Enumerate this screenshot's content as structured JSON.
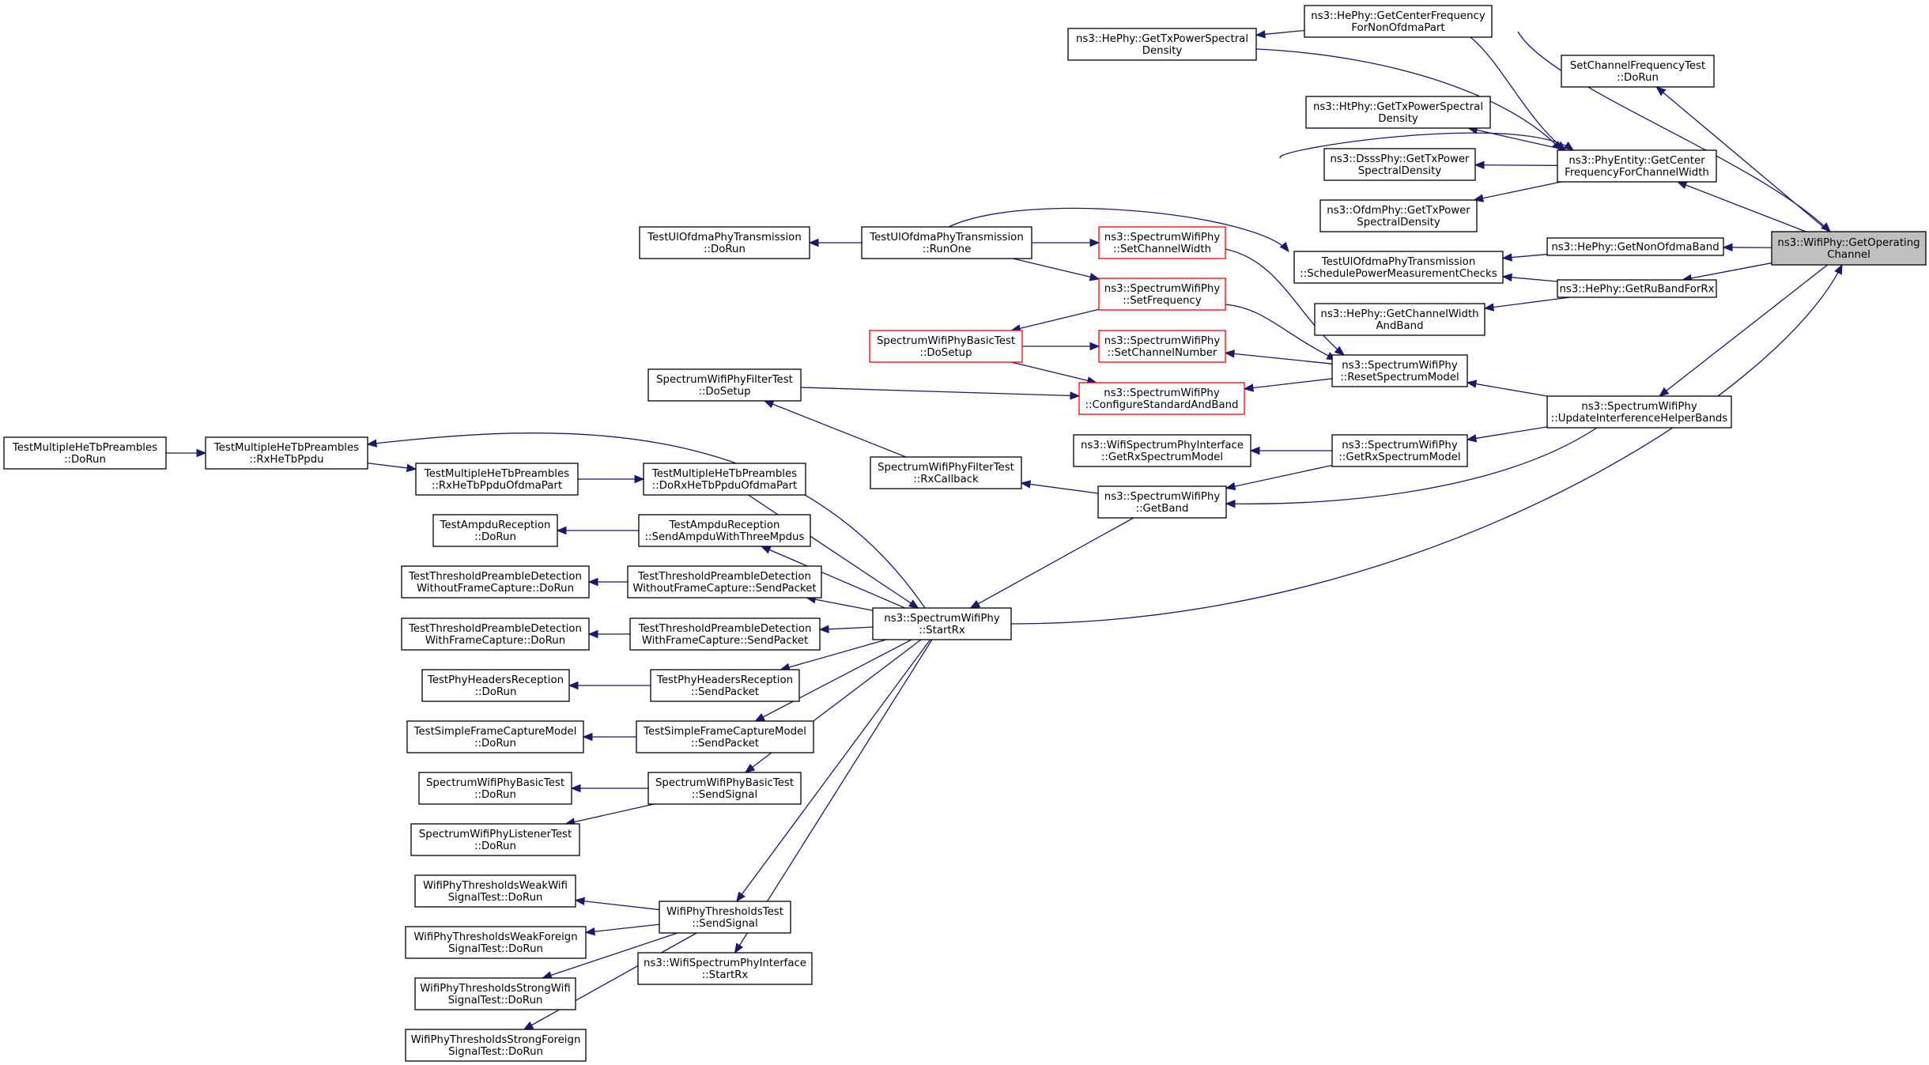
{
  "graph": {
    "edge_color": "#191970",
    "focus_fill": "#bfbfbf",
    "link_border_colors": {
      "black": "#000000",
      "red": "#ff0000"
    },
    "nodes": [
      {
        "id": "wp_getop",
        "lines": [
          "ns3::WifiPhy::GetOperating",
          "Channel"
        ],
        "border": "black",
        "focus": true
      },
      {
        "id": "hephy_cfnon",
        "lines": [
          "ns3::HePhy::GetCenterFrequency",
          "ForNonOfdmaPart"
        ],
        "border": "black"
      },
      {
        "id": "setchan_dorun",
        "lines": [
          "SetChannelFrequencyTest",
          "::DoRun"
        ],
        "border": "black"
      },
      {
        "id": "pe_getcenter",
        "lines": [
          "ns3::PhyEntity::GetCenter",
          "FrequencyForChannelWidth"
        ],
        "border": "black"
      },
      {
        "id": "hephy_nonofdma",
        "lines": [
          "ns3::HePhy::GetNonOfdmaBand"
        ],
        "border": "black"
      },
      {
        "id": "hephy_ruband",
        "lines": [
          "ns3::HePhy::GetRuBandForRx"
        ],
        "border": "black"
      },
      {
        "id": "swp_updint",
        "lines": [
          "ns3::SpectrumWifiPhy",
          "::UpdateInterferenceHelperBands"
        ],
        "border": "black"
      },
      {
        "id": "swp_startrx",
        "lines": [
          "ns3::SpectrumWifiPhy",
          "::StartRx"
        ],
        "border": "black"
      },
      {
        "id": "hephy_txpsd",
        "lines": [
          "ns3::HePhy::GetTxPowerSpectral",
          "Density"
        ],
        "border": "black"
      },
      {
        "id": "htphy_txpsd",
        "lines": [
          "ns3::HtPhy::GetTxPowerSpectral",
          "Density"
        ],
        "border": "black"
      },
      {
        "id": "dsss_txpsd",
        "lines": [
          "ns3::DsssPhy::GetTxPower",
          "SpectralDensity"
        ],
        "border": "black"
      },
      {
        "id": "ofdm_txpsd",
        "lines": [
          "ns3::OfdmPhy::GetTxPower",
          "SpectralDensity"
        ],
        "border": "black"
      },
      {
        "id": "ulofdma_sched",
        "lines": [
          "TestUlOfdmaPhyTransmission",
          "::SchedulePowerMeasurementChecks"
        ],
        "border": "black"
      },
      {
        "id": "hephy_cwband",
        "lines": [
          "ns3::HePhy::GetChannelWidth",
          "AndBand"
        ],
        "border": "black"
      },
      {
        "id": "swp_resetsm",
        "lines": [
          "ns3::SpectrumWifiPhy",
          "::ResetSpectrumModel"
        ],
        "border": "black"
      },
      {
        "id": "swp_getrxsm",
        "lines": [
          "ns3::SpectrumWifiPhy",
          "::GetRxSpectrumModel"
        ],
        "border": "black"
      },
      {
        "id": "swp_getband",
        "lines": [
          "ns3::SpectrumWifiPhy",
          "::GetBand"
        ],
        "border": "black"
      },
      {
        "id": "ulofdma_runone",
        "lines": [
          "TestUlOfdmaPhyTransmission",
          "::RunOne"
        ],
        "border": "black"
      },
      {
        "id": "ulofdma_dorun",
        "lines": [
          "TestUlOfdmaPhyTransmission",
          "::DoRun"
        ],
        "border": "black"
      },
      {
        "id": "swp_setcw",
        "lines": [
          "ns3::SpectrumWifiPhy",
          "::SetChannelWidth"
        ],
        "border": "red"
      },
      {
        "id": "swp_setfreq",
        "lines": [
          "ns3::SpectrumWifiPhy",
          "::SetFrequency"
        ],
        "border": "red"
      },
      {
        "id": "swp_setchnum",
        "lines": [
          "ns3::SpectrumWifiPhy",
          "::SetChannelNumber"
        ],
        "border": "red"
      },
      {
        "id": "swp_cfgstd",
        "lines": [
          "ns3::SpectrumWifiPhy",
          "::ConfigureStandardAndBand"
        ],
        "border": "red"
      },
      {
        "id": "swpbasic_dosetup",
        "lines": [
          "SpectrumWifiPhyBasicTest",
          "::DoSetup"
        ],
        "border": "red"
      },
      {
        "id": "swsi_getrxsm",
        "lines": [
          "ns3::WifiSpectrumPhyInterface",
          "::GetRxSpectrumModel"
        ],
        "border": "black"
      },
      {
        "id": "swpfilter_dosetup",
        "lines": [
          "SpectrumWifiPhyFilterTest",
          "::DoSetup"
        ],
        "border": "black"
      },
      {
        "id": "swpfilter_rxcb",
        "lines": [
          "SpectrumWifiPhyFilterTest",
          "::RxCallback"
        ],
        "border": "black"
      },
      {
        "id": "mhetb_dorun",
        "lines": [
          "TestMultipleHeTbPreambles",
          "::DoRun"
        ],
        "border": "black"
      },
      {
        "id": "mhetb_rxppdu",
        "lines": [
          "TestMultipleHeTbPreambles",
          "::RxHeTbPpdu"
        ],
        "border": "black"
      },
      {
        "id": "mhetb_rxofdma",
        "lines": [
          "TestMultipleHeTbPreambles",
          "::RxHeTbPpduOfdmaPart"
        ],
        "border": "black"
      },
      {
        "id": "mhetb_dorxofdma",
        "lines": [
          "TestMultipleHeTbPreambles",
          "::DoRxHeTbPpduOfdmaPart"
        ],
        "border": "black"
      },
      {
        "id": "ampdu_dorun",
        "lines": [
          "TestAmpduReception",
          "::DoRun"
        ],
        "border": "black"
      },
      {
        "id": "ampdu_send3",
        "lines": [
          "TestAmpduReception",
          "::SendAmpduWithThreeMpdus"
        ],
        "border": "black"
      },
      {
        "id": "tpd_wo_dorun",
        "lines": [
          "TestThresholdPreambleDetection",
          "WithoutFrameCapture::DoRun"
        ],
        "border": "black"
      },
      {
        "id": "tpd_wo_send",
        "lines": [
          "TestThresholdPreambleDetection",
          "WithoutFrameCapture::SendPacket"
        ],
        "border": "black"
      },
      {
        "id": "tpd_w_dorun",
        "lines": [
          "TestThresholdPreambleDetection",
          "WithFrameCapture::DoRun"
        ],
        "border": "black"
      },
      {
        "id": "tpd_w_send",
        "lines": [
          "TestThresholdPreambleDetection",
          "WithFrameCapture::SendPacket"
        ],
        "border": "black"
      },
      {
        "id": "phyhdr_dorun",
        "lines": [
          "TestPhyHeadersReception",
          "::DoRun"
        ],
        "border": "black"
      },
      {
        "id": "phyhdr_send",
        "lines": [
          "TestPhyHeadersReception",
          "::SendPacket"
        ],
        "border": "black"
      },
      {
        "id": "sfc_dorun",
        "lines": [
          "TestSimpleFrameCaptureModel",
          "::DoRun"
        ],
        "border": "black"
      },
      {
        "id": "sfc_send",
        "lines": [
          "TestSimpleFrameCaptureModel",
          "::SendPacket"
        ],
        "border": "black"
      },
      {
        "id": "swpbasic_dorun",
        "lines": [
          "SpectrumWifiPhyBasicTest",
          "::DoRun"
        ],
        "border": "black"
      },
      {
        "id": "swpbasic_send",
        "lines": [
          "SpectrumWifiPhyBasicTest",
          "::SendSignal"
        ],
        "border": "black"
      },
      {
        "id": "swplisten_dorun",
        "lines": [
          "SpectrumWifiPhyListenerTest",
          "::DoRun"
        ],
        "border": "black"
      },
      {
        "id": "wpt_weakwifi",
        "lines": [
          "WifiPhyThresholdsWeakWifi",
          "SignalTest::DoRun"
        ],
        "border": "black"
      },
      {
        "id": "wpt_send",
        "lines": [
          "WifiPhyThresholdsTest",
          "::SendSignal"
        ],
        "border": "black"
      },
      {
        "id": "swsi_startrx",
        "lines": [
          "ns3::WifiSpectrumPhyInterface",
          "::StartRx"
        ],
        "border": "black"
      },
      {
        "id": "wpt_weakforeign",
        "lines": [
          "WifiPhyThresholdsWeakForeign",
          "SignalTest::DoRun"
        ],
        "border": "black"
      },
      {
        "id": "wpt_strongwifi",
        "lines": [
          "WifiPhyThresholdsStrongWifi",
          "SignalTest::DoRun"
        ],
        "border": "black"
      },
      {
        "id": "wpt_strongforeign",
        "lines": [
          "WifiPhyThresholdsStrongForeign",
          "SignalTest::DoRun"
        ],
        "border": "black"
      }
    ],
    "edges": [
      {
        "from": "hephy_cfnon",
        "to": "wp_getop"
      },
      {
        "from": "setchan_dorun",
        "to": "wp_getop"
      },
      {
        "from": "pe_getcenter",
        "to": "wp_getop"
      },
      {
        "from": "hephy_nonofdma",
        "to": "wp_getop"
      },
      {
        "from": "hephy_ruband",
        "to": "wp_getop"
      },
      {
        "from": "swp_updint",
        "to": "wp_getop"
      },
      {
        "from": "swp_startrx",
        "to": "wp_getop"
      },
      {
        "from": "hephy_txpsd",
        "to": "hephy_cfnon"
      },
      {
        "from": "hephy_cfnon",
        "to": "pe_getcenter"
      },
      {
        "from": "hephy_txpsd",
        "to": "pe_getcenter"
      },
      {
        "from": "htphy_txpsd",
        "to": "pe_getcenter"
      },
      {
        "from": "dsss_txpsd",
        "to": "pe_getcenter"
      },
      {
        "from": "ofdm_txpsd",
        "to": "pe_getcenter"
      },
      {
        "from": "ulofdma_sched",
        "to": "pe_getcenter"
      },
      {
        "from": "ulofdma_sched",
        "to": "hephy_nonofdma"
      },
      {
        "from": "ulofdma_sched",
        "to": "hephy_ruband"
      },
      {
        "from": "hephy_cwband",
        "to": "hephy_ruband"
      },
      {
        "from": "swp_resetsm",
        "to": "swp_updint"
      },
      {
        "from": "swp_getrxsm",
        "to": "swp_updint"
      },
      {
        "from": "swp_updint",
        "to": "swp_getband"
      },
      {
        "from": "ulofdma_runone",
        "to": "ulofdma_sched"
      },
      {
        "from": "swp_setcw",
        "to": "swp_resetsm"
      },
      {
        "from": "swp_setfreq",
        "to": "swp_resetsm"
      },
      {
        "from": "swp_setchnum",
        "to": "swp_resetsm"
      },
      {
        "from": "swp_cfgstd",
        "to": "swp_resetsm"
      },
      {
        "from": "ulofdma_dorun",
        "to": "ulofdma_runone"
      },
      {
        "from": "swp_setcw",
        "to": "ulofdma_runone"
      },
      {
        "from": "swp_setfreq",
        "to": "ulofdma_runone"
      },
      {
        "from": "swpbasic_dosetup",
        "to": "swp_setfreq"
      },
      {
        "from": "swp_setchnum",
        "to": "swpbasic_dosetup"
      },
      {
        "from": "swp_cfgstd",
        "to": "swpbasic_dosetup"
      },
      {
        "from": "swp_cfgstd",
        "to": "swpfilter_dosetup"
      },
      {
        "from": "swsi_getrxsm",
        "to": "swp_getrxsm"
      },
      {
        "from": "swp_getband",
        "to": "swp_getrxsm"
      },
      {
        "from": "swpfilter_rxcb",
        "to": "swp_getband"
      },
      {
        "from": "swp_startrx",
        "to": "swp_getband"
      },
      {
        "from": "swpfilter_dosetup",
        "to": "swpfilter_rxcb"
      },
      {
        "from": "mhetb_rxppdu",
        "to": "mhetb_dorun"
      },
      {
        "from": "swp_startrx",
        "to": "mhetb_rxppdu"
      },
      {
        "from": "mhetb_rxofdma",
        "to": "mhetb_rxppdu"
      },
      {
        "from": "mhetb_dorxofdma",
        "to": "mhetb_rxofdma"
      },
      {
        "from": "swp_startrx",
        "to": "mhetb_dorxofdma"
      },
      {
        "from": "ampdu_dorun",
        "to": "ampdu_send3"
      },
      {
        "from": "ampdu_send3",
        "to": "swp_startrx"
      },
      {
        "from": "tpd_wo_dorun",
        "to": "tpd_wo_send"
      },
      {
        "from": "tpd_wo_send",
        "to": "swp_startrx"
      },
      {
        "from": "tpd_w_dorun",
        "to": "tpd_w_send"
      },
      {
        "from": "tpd_w_send",
        "to": "swp_startrx"
      },
      {
        "from": "phyhdr_dorun",
        "to": "phyhdr_send"
      },
      {
        "from": "phyhdr_send",
        "to": "swp_startrx"
      },
      {
        "from": "sfc_dorun",
        "to": "sfc_send"
      },
      {
        "from": "sfc_send",
        "to": "swp_startrx"
      },
      {
        "from": "swpbasic_dorun",
        "to": "swpbasic_send"
      },
      {
        "from": "swplisten_dorun",
        "to": "swpbasic_send"
      },
      {
        "from": "swpbasic_send",
        "to": "swp_startrx"
      },
      {
        "from": "wpt_send",
        "to": "swp_startrx"
      },
      {
        "from": "swsi_startrx",
        "to": "swp_startrx"
      },
      {
        "from": "wpt_weakwifi",
        "to": "wpt_send"
      },
      {
        "from": "wpt_weakforeign",
        "to": "wpt_send"
      },
      {
        "from": "wpt_strongwifi",
        "to": "wpt_send"
      },
      {
        "from": "wpt_strongforeign",
        "to": "wpt_send"
      }
    ]
  }
}
